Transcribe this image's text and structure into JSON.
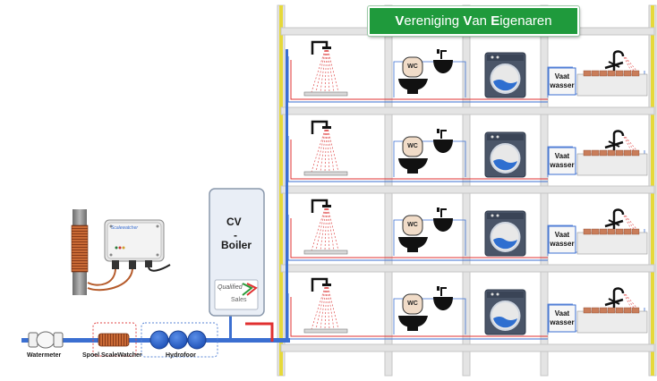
{
  "title": {
    "parts": [
      {
        "text": "V",
        "bold": true
      },
      {
        "text": "ereniging ",
        "bold": false
      },
      {
        "text": "V",
        "bold": true
      },
      {
        "text": "an ",
        "bold": false
      },
      {
        "text": "E",
        "bold": true
      },
      {
        "text": "igenaren",
        "bold": false
      }
    ]
  },
  "boiler": {
    "line1": "CV",
    "line2": "-",
    "line3": "Boiler"
  },
  "boiler_logo": {
    "line1": "Qualified",
    "line2": "Sales"
  },
  "floors": [
    {
      "wc": "WC",
      "dishwasher": "Vaat wasser"
    },
    {
      "wc": "WC",
      "dishwasher": "Vaat wasser"
    },
    {
      "wc": "WC",
      "dishwasher": "Vaat wasser"
    },
    {
      "wc": "WC",
      "dishwasher": "Vaat wasser"
    }
  ],
  "labels": {
    "watermeter": "Watermeter",
    "spoel": "Spoel ScaleWatcher",
    "hydrofoor": "Hydrofoor"
  },
  "device_brand": "Scalewatcher",
  "colors": {
    "banner": "#1f9a3c",
    "cold_pipe": "#3b6fd1",
    "hot_pipe": "#e03030",
    "building_frame": "#e2e2e2",
    "yellow_rail": "#e6d93a"
  }
}
